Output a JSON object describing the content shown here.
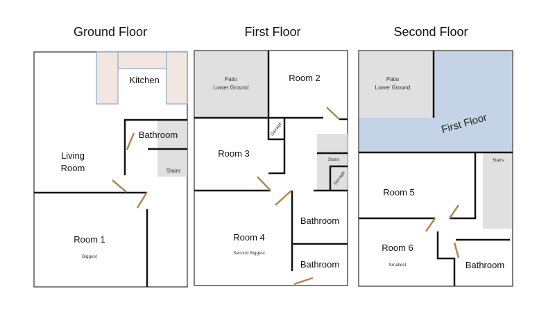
{
  "floors": {
    "ground": {
      "title": "Ground Floor",
      "kitchen": "Kitchen",
      "bathroom": "Bathroom",
      "stairs": "Stairs",
      "living_1": "Living",
      "living_2": "Room",
      "room1": "Room 1",
      "room1_note": "Biggest"
    },
    "first": {
      "title": "First Floor",
      "patio_1": "Patio",
      "patio_2": "Lower Ground",
      "room2": "Room 2",
      "storage_a": "Storage",
      "room3": "Room 3",
      "stairs": "Stairs",
      "storage_b": "Storage",
      "room4": "Room 4",
      "room4_note": "Second Biggest",
      "bathroom_a": "Bathroom",
      "bathroom_b": "Bathroom"
    },
    "second": {
      "title": "Second Floor",
      "patio_1": "Patio",
      "patio_2": "Lower Ground",
      "first_floor_overlay": "First Floor",
      "stairs": "Stairs",
      "room5": "Room 5",
      "room6": "Room 6",
      "room6_note": "Smallest",
      "bathroom": "Bathroom"
    }
  },
  "colors": {
    "door": "#b08650",
    "shaded": "#e0e0e0",
    "first_floor_overlay": "#c5d3e6",
    "kitchen_counter": "#f2e6e1"
  }
}
